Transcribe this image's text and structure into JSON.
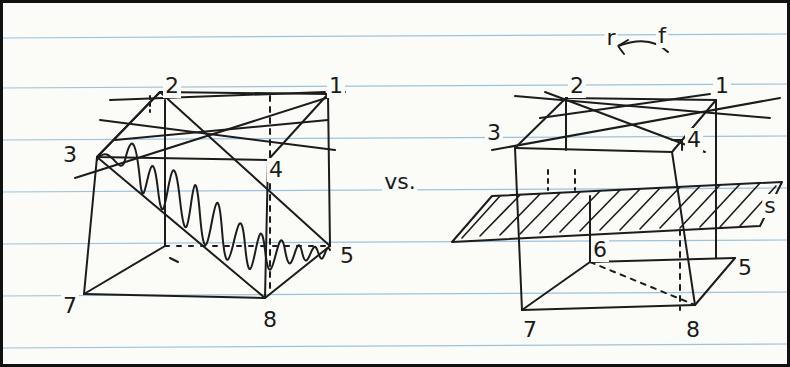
{
  "diagram": {
    "labels": [
      "2",
      "1",
      "3",
      "4",
      "5",
      "7",
      "8",
      "r",
      "f",
      "2",
      "1",
      "3",
      "4",
      "vs.",
      "s",
      "6",
      "5",
      "7",
      "8"
    ]
  }
}
